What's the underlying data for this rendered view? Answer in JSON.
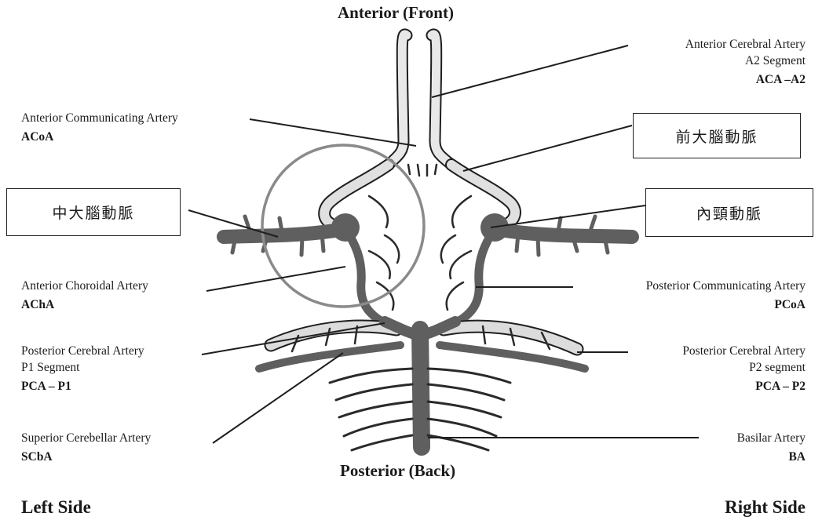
{
  "orientation": {
    "top": "Anterior (Front)",
    "bottom": "Posterior (Back)",
    "left": "Left Side",
    "right": "Right Side"
  },
  "labels": {
    "aca_a2": {
      "name": "Anterior Cerebral Artery",
      "segment": "A2 Segment",
      "abbr": "ACA –A2"
    },
    "acoa": {
      "name": "Anterior Communicating Artery",
      "abbr": "ACoA"
    },
    "acha": {
      "name": "Anterior Choroidal Artery",
      "abbr": "AChA"
    },
    "pcoa": {
      "name": "Posterior Communicating Artery",
      "abbr": "PCoA"
    },
    "pca_p1": {
      "name": "Posterior Cerebral Artery",
      "segment": "P1 Segment",
      "abbr": "PCA – P1"
    },
    "pca_p2": {
      "name": "Posterior Cerebral Artery",
      "segment": "P2 segment",
      "abbr": "PCA – P2"
    },
    "scba": {
      "name": "Superior Cerebellar Artery",
      "abbr": "SCbA"
    },
    "ba": {
      "name": "Basilar Artery",
      "abbr": "BA"
    }
  },
  "annotations": {
    "anterior_cerebral_zh": "前大腦動脈",
    "middle_cerebral_zh": "中大腦動脈",
    "internal_carotid_zh": "內頸動脈"
  },
  "colors": {
    "dark_vessel": "#5f5f5f",
    "light_vessel": "#dcdcdc",
    "outline": "#1e1e1e",
    "circle_highlight": "#8a8a8a"
  }
}
